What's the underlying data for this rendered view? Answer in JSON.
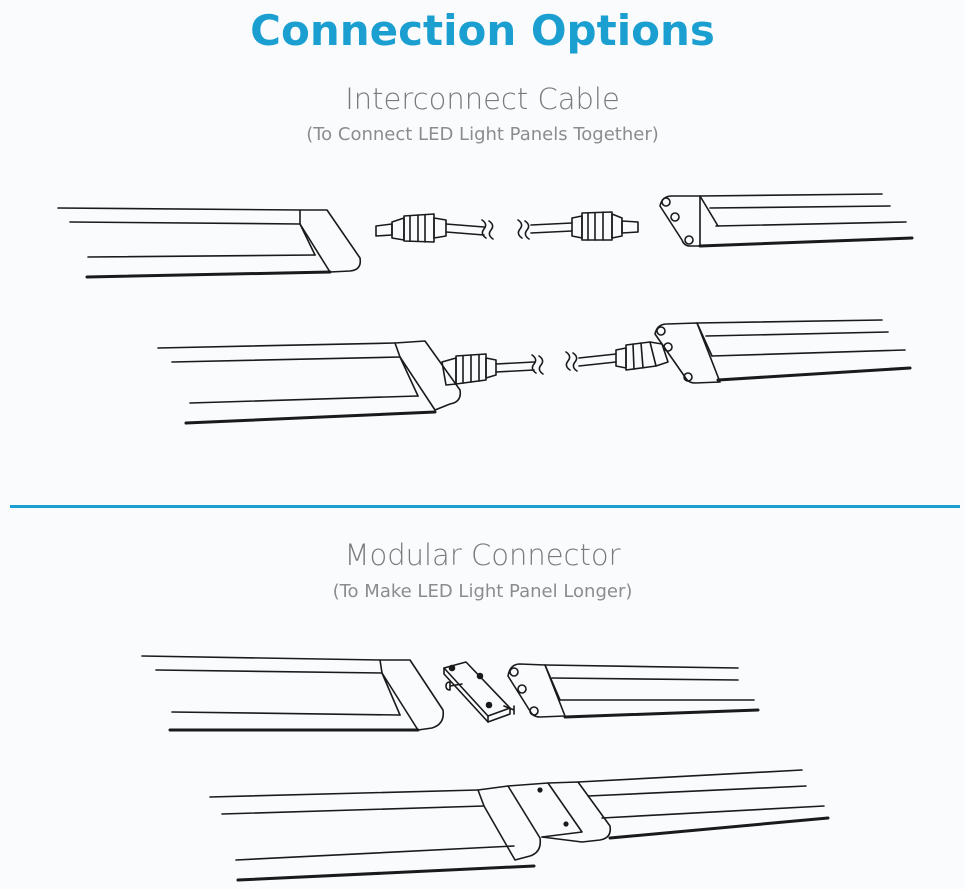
{
  "title": "Connection Options",
  "interconnect": {
    "heading": "Interconnect Cable",
    "subtitle": "(To Connect LED Light Panels Together)"
  },
  "modular": {
    "heading": "Modular Connector",
    "subtitle": "(To Make LED Light Panel Longer)"
  },
  "colors": {
    "accent": "#1a9fd0",
    "line": "#1a1a1a",
    "muted": "#7a7a7a"
  }
}
